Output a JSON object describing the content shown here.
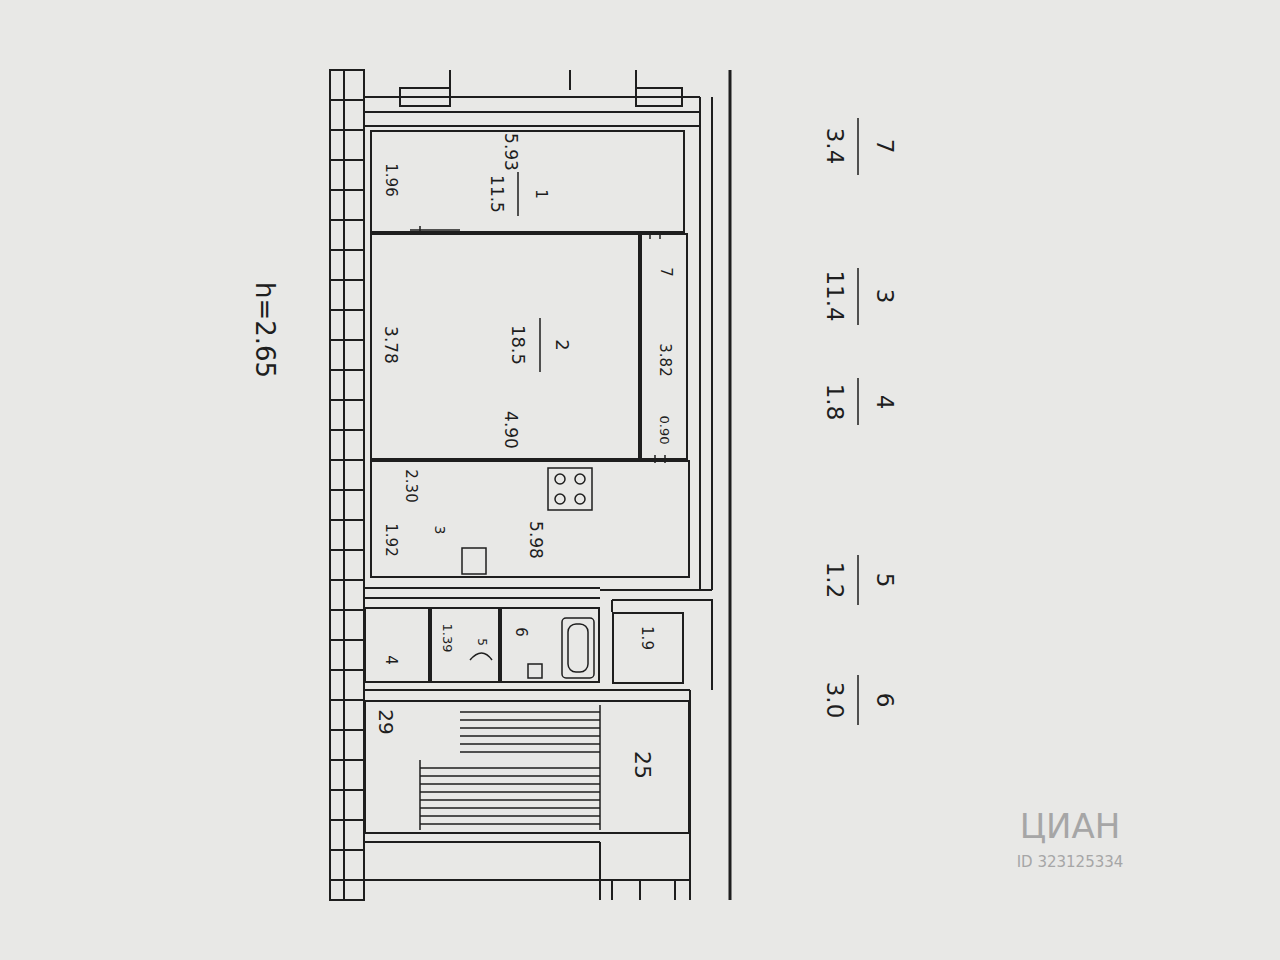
{
  "diagram": {
    "nodes": [
      {
        "text": [
          "5.93",
          "1",
          "11.5",
          "1.96"
        ]
      },
      {
        "text": [
          "3.78",
          "2",
          "18.5",
          "4.90"
        ]
      },
      {
        "text": [
          "7",
          "3.82",
          "0.90"
        ]
      },
      {
        "text": [
          "2.30",
          "1.92",
          "3",
          "5.98"
        ]
      },
      {
        "text": [
          "4"
        ]
      },
      {
        "text": [
          "1.39",
          "5"
        ]
      },
      {
        "text": [
          "6"
        ]
      },
      {
        "text": [
          "1.9"
        ]
      },
      {
        "text": [
          "29",
          "25"
        ]
      }
    ],
    "labels": [
      "h=2.65",
      "7",
      "3.4",
      "3",
      "11.4",
      "4",
      "1.8",
      "5",
      "1.2",
      "6",
      "3.0",
      "ЦИАН",
      "ID 323125334"
    ]
  }
}
